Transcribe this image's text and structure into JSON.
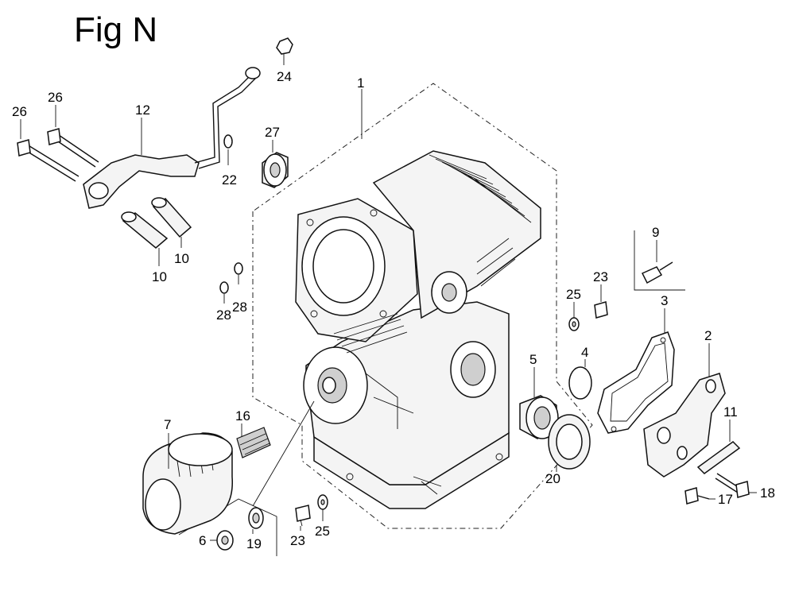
{
  "figure": {
    "title": "Fig N",
    "labels": [
      {
        "id": "1",
        "text": "1"
      },
      {
        "id": "2",
        "text": "2"
      },
      {
        "id": "3",
        "text": "3"
      },
      {
        "id": "4",
        "text": "4"
      },
      {
        "id": "5",
        "text": "5"
      },
      {
        "id": "6",
        "text": "6"
      },
      {
        "id": "7",
        "text": "7"
      },
      {
        "id": "9",
        "text": "9"
      },
      {
        "id": "10a",
        "text": "10"
      },
      {
        "id": "10b",
        "text": "10"
      },
      {
        "id": "11",
        "text": "11"
      },
      {
        "id": "12",
        "text": "12"
      },
      {
        "id": "16",
        "text": "16"
      },
      {
        "id": "17",
        "text": "17"
      },
      {
        "id": "18",
        "text": "18"
      },
      {
        "id": "19",
        "text": "19"
      },
      {
        "id": "20",
        "text": "20"
      },
      {
        "id": "22",
        "text": "22"
      },
      {
        "id": "23a",
        "text": "23"
      },
      {
        "id": "23b",
        "text": "23"
      },
      {
        "id": "24",
        "text": "24"
      },
      {
        "id": "25a",
        "text": "25"
      },
      {
        "id": "25b",
        "text": "25"
      },
      {
        "id": "26a",
        "text": "26"
      },
      {
        "id": "26b",
        "text": "26"
      },
      {
        "id": "27",
        "text": "27"
      },
      {
        "id": "28a",
        "text": "28"
      },
      {
        "id": "28b",
        "text": "28"
      }
    ]
  }
}
